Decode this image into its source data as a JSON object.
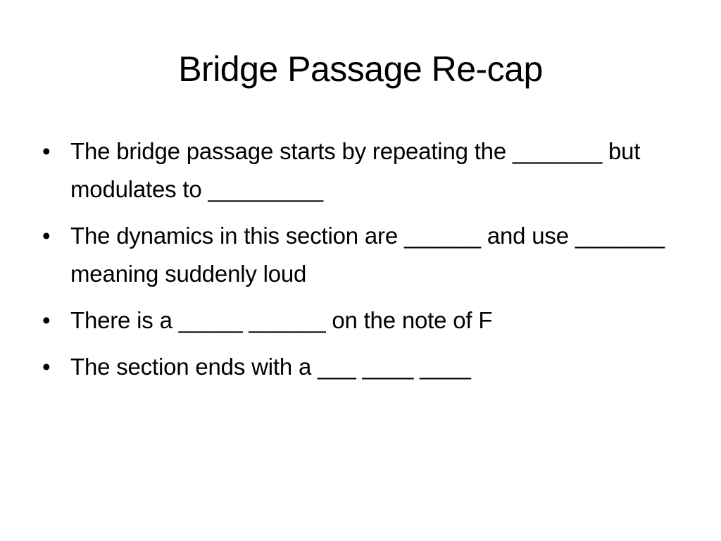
{
  "slide": {
    "title": "Bridge Passage Re-cap",
    "bullets": [
      {
        "text": "The bridge passage starts by repeating the _______ but modulates to _________"
      },
      {
        "text": "The dynamics in this section are ______ and use _______ meaning suddenly loud"
      },
      {
        "text": "There is a _____ ______ on the note of F"
      },
      {
        "text": "The section ends with a ___ ____ ____"
      }
    ]
  }
}
